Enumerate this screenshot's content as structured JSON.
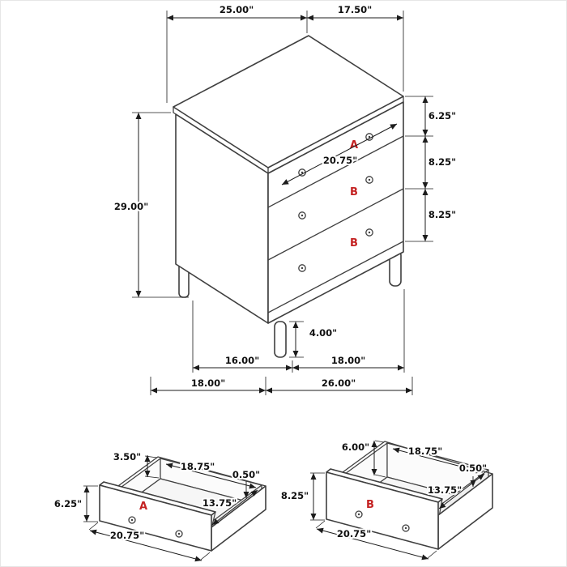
{
  "colors": {
    "line": "#3f3f3f",
    "dimension": "#1c1c1c",
    "label_red": "#c42222",
    "background": "#ffffff"
  },
  "chest": {
    "dims": {
      "top_width": "25.00\"",
      "top_depth": "17.50\"",
      "height": "29.00\"",
      "top_drawer_height": "6.25\"",
      "middle_drawer_height": "8.25\"",
      "bottom_drawer_height": "8.25\"",
      "drawer_front_width": "20.75\"",
      "leg_height": "4.00\"",
      "leg_span_depth": "16.00\"",
      "leg_span_width": "18.00\"",
      "base_depth": "18.00\"",
      "base_width": "26.00\""
    },
    "drawer_labels": {
      "top": "A",
      "middle": "B",
      "bottom": "B"
    }
  },
  "drawer_a": {
    "label": "A",
    "dims": {
      "back_height": "3.50\"",
      "inner_width": "18.75\"",
      "side_thickness": "0.50\"",
      "inner_depth": "13.75\"",
      "front_height": "6.25\"",
      "front_width": "20.75\""
    }
  },
  "drawer_b": {
    "label": "B",
    "dims": {
      "back_height": "6.00\"",
      "inner_width": "18.75\"",
      "side_thickness": "0.50\"",
      "inner_depth": "13.75\"",
      "front_height": "8.25\"",
      "front_width": "20.75\""
    }
  }
}
